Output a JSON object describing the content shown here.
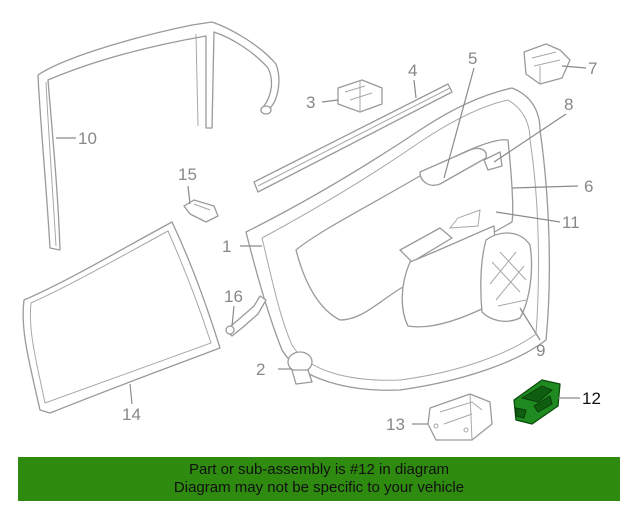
{
  "callouts": {
    "c1": "1",
    "c2": "2",
    "c3": "3",
    "c4": "4",
    "c5": "5",
    "c6": "6",
    "c7": "7",
    "c8": "8",
    "c9": "9",
    "c10": "10",
    "c11": "11",
    "c12": "12",
    "c13": "13",
    "c14": "14",
    "c15": "15",
    "c16": "16"
  },
  "highlight_color": "#1f8a1f",
  "banner": {
    "color": "#2e8b10",
    "line1": "Part or sub-assembly is #12 in diagram",
    "line2": "Diagram may not be specific to your vehicle"
  }
}
